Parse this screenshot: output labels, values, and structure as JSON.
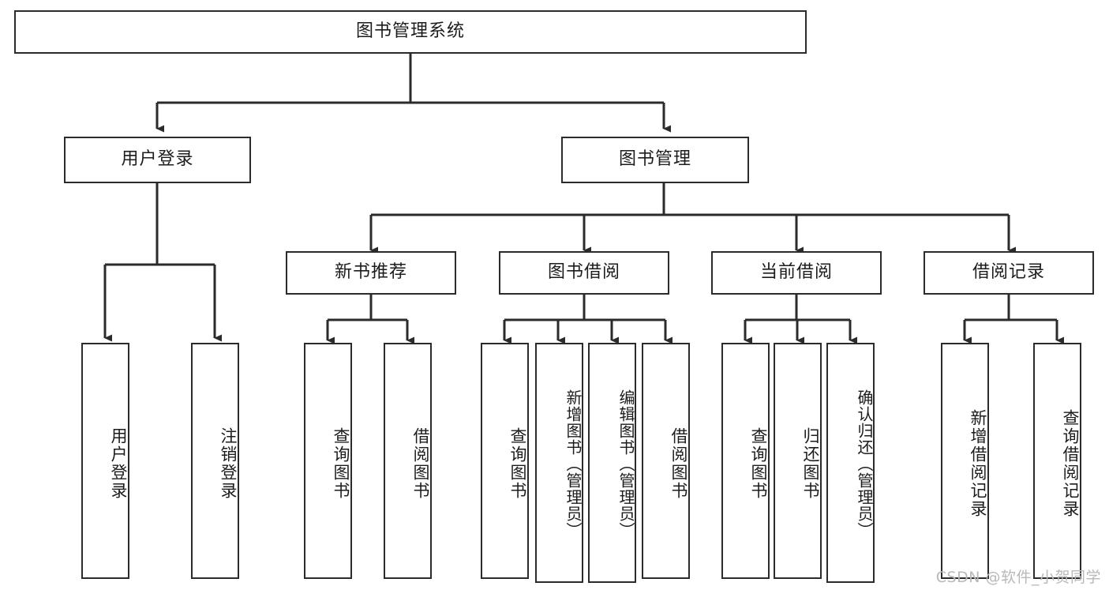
{
  "diagram": {
    "title": "图书管理系统",
    "type": "tree",
    "root": {
      "id": "root",
      "label": "图书管理系统",
      "orientation": "horizontal"
    },
    "level2": [
      {
        "id": "user-login",
        "label": "用户登录",
        "orientation": "horizontal"
      },
      {
        "id": "book-management",
        "label": "图书管理",
        "orientation": "horizontal"
      }
    ],
    "level3": [
      {
        "id": "new-book-recommend",
        "label": "新书推荐",
        "orientation": "horizontal",
        "parent": "book-management"
      },
      {
        "id": "book-borrow",
        "label": "图书借阅",
        "orientation": "horizontal",
        "parent": "book-management"
      },
      {
        "id": "current-borrow",
        "label": "当前借阅",
        "orientation": "horizontal",
        "parent": "book-management"
      },
      {
        "id": "borrow-record",
        "label": "借阅记录",
        "orientation": "horizontal",
        "parent": "book-management"
      }
    ],
    "leaves": [
      {
        "id": "leaf-user-login",
        "label": "用户登录",
        "parent": "user-login",
        "orientation": "vertical"
      },
      {
        "id": "leaf-logout-login",
        "label": "注销登录",
        "parent": "user-login",
        "orientation": "vertical"
      },
      {
        "id": "leaf-query-book-1",
        "label": "查询图书",
        "parent": "new-book-recommend",
        "orientation": "vertical"
      },
      {
        "id": "leaf-borrow-book-1",
        "label": "借阅图书",
        "parent": "new-book-recommend",
        "orientation": "vertical"
      },
      {
        "id": "leaf-query-book-2",
        "label": "查询图书",
        "parent": "book-borrow",
        "orientation": "vertical"
      },
      {
        "id": "leaf-add-book-admin",
        "label": "新增图书（管理员）",
        "parent": "book-borrow",
        "orientation": "vertical"
      },
      {
        "id": "leaf-edit-book-admin",
        "label": "编辑图书（管理员）",
        "parent": "book-borrow",
        "orientation": "vertical"
      },
      {
        "id": "leaf-borrow-book-2",
        "label": "借阅图书",
        "parent": "book-borrow",
        "orientation": "vertical"
      },
      {
        "id": "leaf-query-book-3",
        "label": "查询图书",
        "parent": "current-borrow",
        "orientation": "vertical"
      },
      {
        "id": "leaf-return-book",
        "label": "归还图书",
        "parent": "current-borrow",
        "orientation": "vertical"
      },
      {
        "id": "leaf-confirm-return-admin",
        "label": "确认归还（管理员）",
        "parent": "current-borrow",
        "orientation": "vertical"
      },
      {
        "id": "leaf-add-borrow-record",
        "label": "新增借阅记录",
        "parent": "borrow-record",
        "orientation": "vertical"
      },
      {
        "id": "leaf-query-borrow-record",
        "label": "查询借阅记录",
        "parent": "borrow-record",
        "orientation": "vertical"
      }
    ],
    "watermark": "CSDN @软件_小贺同学",
    "colors": {
      "border": "#2b2b2b",
      "background": "#ffffff",
      "text": "#1c1c1c",
      "connector": "#2b2b2b",
      "watermark": "#b9b9b9"
    }
  }
}
